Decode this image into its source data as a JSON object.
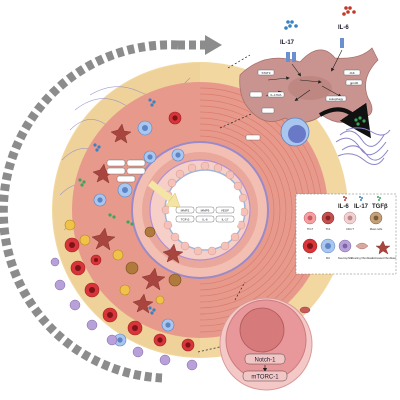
{
  "figure": {
    "cytokines_top": {
      "il17": "IL-17",
      "il6": "IL-6"
    },
    "fibroblast_labels": [
      "STAT3",
      "IL-17RA",
      "Autophagy",
      "JAK",
      "gp130"
    ],
    "intima_labels": [
      "MMP2",
      "MMP9",
      "VEGF",
      "TGF-β",
      "IL-6",
      "IL-17"
    ],
    "cell_panel": {
      "notch": "Notch-1",
      "mtorc": "mTORC-1"
    },
    "legend": {
      "cytokines": [
        "IL-6",
        "IL-17",
        "TGFβ"
      ],
      "row1": [
        "Th17",
        "Th1",
        "CD4 T",
        "Mast cells"
      ],
      "row2": [
        "M1",
        "M2",
        "Neutrophils",
        "Resting fibroblast",
        "Activated fibroblast"
      ]
    }
  },
  "colors": {
    "adventitia": "#f2d8a0",
    "media": "#e79a8c",
    "media_band": "#d97566",
    "arrow_gray": "#8c8c8c",
    "fibroblast": "#c99490",
    "fibroblast_dark": "#a8706b",
    "collagen": "#8a86c8",
    "il17_dot": "#3b82c4",
    "il6_dot": "#c0392b",
    "th17": "#f2a0a0",
    "tcell_blue": "#a9c6ee",
    "m1": "#d8343a",
    "m2": "#f0c24a",
    "mast": "#b07a3c",
    "neutrophil": "#b8a0d8",
    "cell_panel": "#e8989a"
  }
}
